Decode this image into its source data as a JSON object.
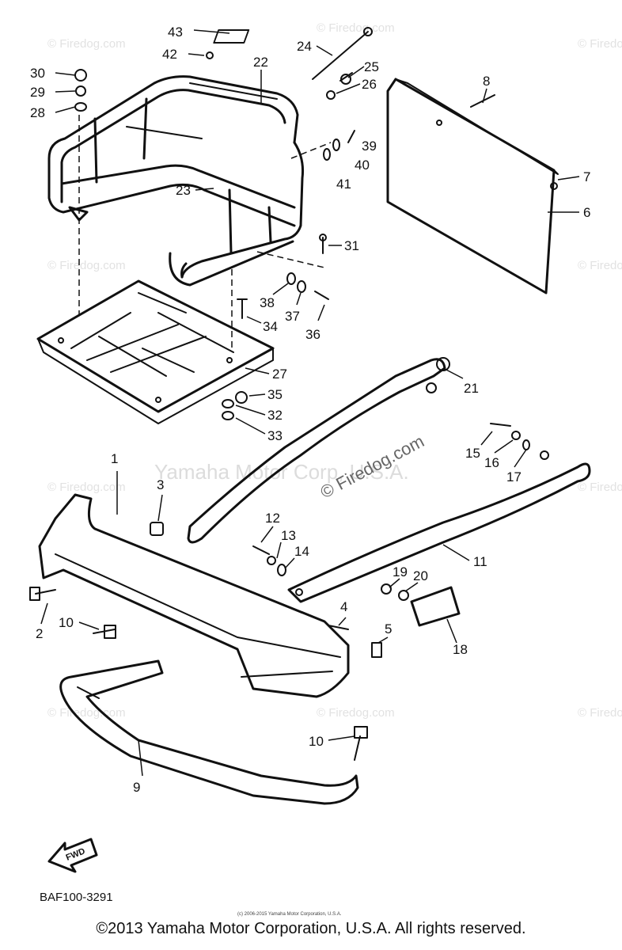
{
  "watermarks": {
    "firedog": "© Firedog.com",
    "firedog_center": "© Firedog.com",
    "yamaha": "Yamaha Motor Corp, U.S.A."
  },
  "callouts": {
    "c1": "1",
    "c2": "2",
    "c3": "3",
    "c4": "4",
    "c5": "5",
    "c6": "6",
    "c7": "7",
    "c8": "8",
    "c9": "9",
    "c10a": "10",
    "c10b": "10",
    "c11": "11",
    "c12": "12",
    "c13": "13",
    "c14": "14",
    "c15": "15",
    "c16": "16",
    "c17": "17",
    "c18": "18",
    "c19": "19",
    "c20": "20",
    "c21": "21",
    "c22": "22",
    "c23": "23",
    "c24": "24",
    "c25": "25",
    "c26": "26",
    "c27": "27",
    "c28": "28",
    "c29": "29",
    "c30": "30",
    "c31": "31",
    "c32": "32",
    "c33": "33",
    "c34": "34",
    "c35": "35",
    "c36": "36",
    "c37": "37",
    "c38": "38",
    "c39": "39",
    "c40": "40",
    "c41": "41",
    "c42": "42",
    "c43": "43"
  },
  "direction_label": "FWD",
  "figure_code": "BAF100-3291",
  "small_copyright": "(c) 2006-2015 Yamaha Motor Corporation, U.S.A.",
  "footer": "©2013 Yamaha Motor Corporation, U.S.A. All rights reserved."
}
